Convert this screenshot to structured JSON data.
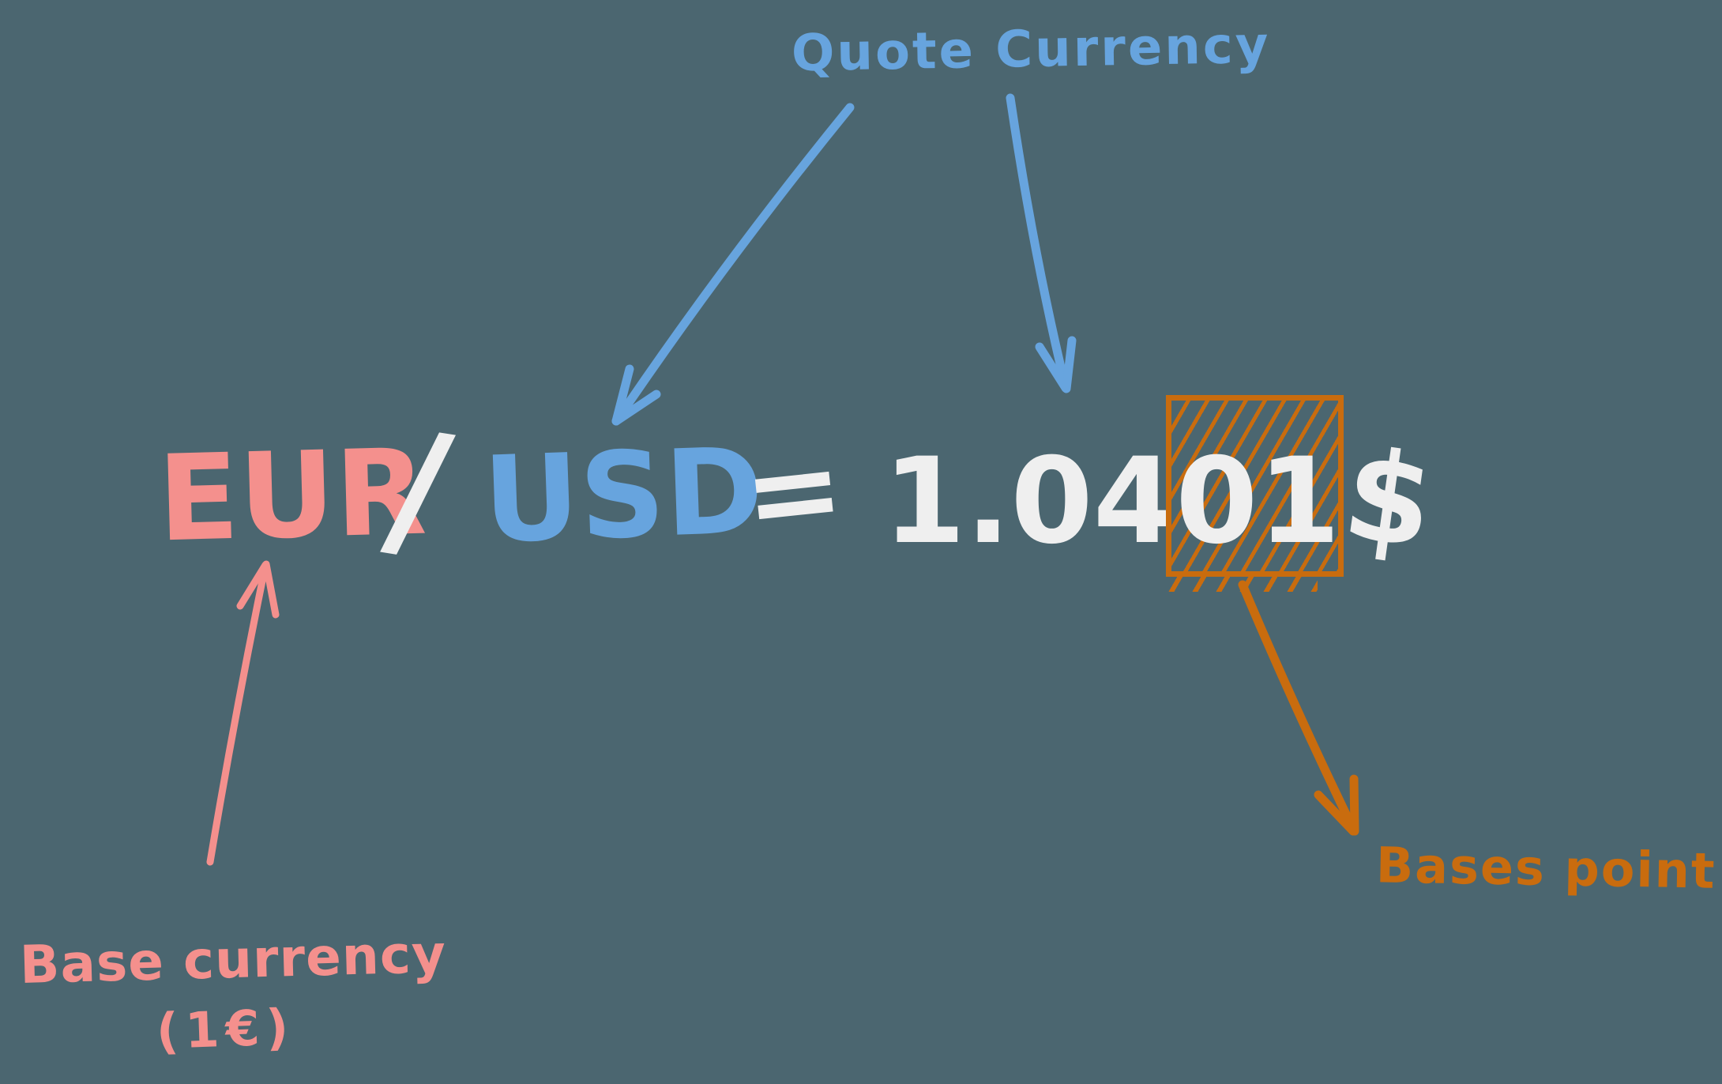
{
  "colors": {
    "bg": "#4b6670",
    "blue": "#67a4de",
    "salmon": "#f4908d",
    "white": "#efefef",
    "orange": "#c96c0e"
  },
  "quote_currency": {
    "label": "Quote Currency"
  },
  "equation": {
    "base_code": "EUR",
    "separator": "/",
    "quote_code": "USD",
    "equals": "=",
    "rate": "1.0401",
    "rate_main": "1.04",
    "rate_pips": "01",
    "currency_symbol": "$"
  },
  "base_currency": {
    "label": "Base currency",
    "unit": "(1€)"
  },
  "bases_point": {
    "label": "Bases point"
  }
}
